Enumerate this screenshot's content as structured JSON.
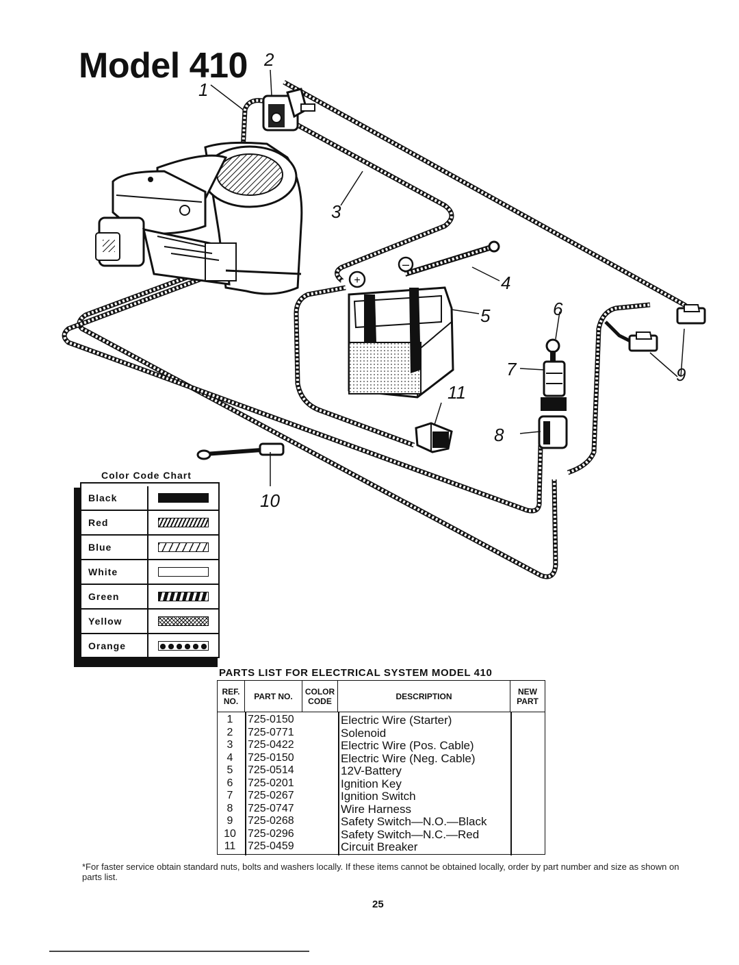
{
  "title": "Model 410",
  "callouts": [
    "1",
    "2",
    "3",
    "4",
    "5",
    "6",
    "7",
    "8",
    "9",
    "10",
    "11"
  ],
  "color_chart": {
    "title": "Color Code Chart",
    "entries": [
      {
        "name": "Black",
        "pattern": "solid"
      },
      {
        "name": "Red",
        "pattern": "diagonal-dense"
      },
      {
        "name": "Blue",
        "pattern": "diagonal-sparse"
      },
      {
        "name": "White",
        "pattern": "empty"
      },
      {
        "name": "Green",
        "pattern": "bars"
      },
      {
        "name": "Yellow",
        "pattern": "crosshatch"
      },
      {
        "name": "Orange",
        "pattern": "dots"
      }
    ]
  },
  "parts_list": {
    "title": "PARTS LIST FOR ELECTRICAL SYSTEM MODEL 410",
    "headers": {
      "ref_no": "REF. NO.",
      "part_no": "PART NO.",
      "color_code": "COLOR CODE",
      "description": "DESCRIPTION",
      "new_part": "NEW PART"
    },
    "rows": [
      {
        "ref": "1",
        "part": "725-0150",
        "desc": "Electric Wire (Starter)"
      },
      {
        "ref": "2",
        "part": "725-0771",
        "desc": "Solenoid"
      },
      {
        "ref": "3",
        "part": "725-0422",
        "desc": "Electric Wire (Pos. Cable)"
      },
      {
        "ref": "4",
        "part": "725-0150",
        "desc": "Electric Wire (Neg. Cable)"
      },
      {
        "ref": "5",
        "part": "725-0514",
        "desc": "12V-Battery"
      },
      {
        "ref": "6",
        "part": "725-0201",
        "desc": "Ignition Key"
      },
      {
        "ref": "7",
        "part": "725-0267",
        "desc": "Ignition Switch"
      },
      {
        "ref": "8",
        "part": "725-0747",
        "desc": "Wire Harness"
      },
      {
        "ref": "9",
        "part": "725-0268",
        "desc": "Safety Switch—N.O.—Black"
      },
      {
        "ref": "10",
        "part": "725-0296",
        "desc": "Safety Switch—N.C.—Red"
      },
      {
        "ref": "11",
        "part": "725-0459",
        "desc": "Circuit Breaker"
      }
    ]
  },
  "footnote": "*For faster service obtain standard nuts, bolts and washers locally. If these items cannot be obtained locally, order by part number and size as shown on parts list.",
  "page_number": "25"
}
